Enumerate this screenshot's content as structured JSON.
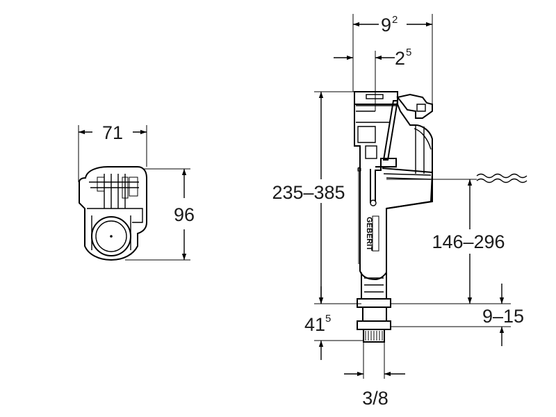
{
  "brand_label": "GEBERIT",
  "icon": "water-level-wave-icon",
  "dimensions": {
    "top_view_width": "71",
    "top_view_height": "96",
    "overall_width": {
      "main": "9",
      "sup": "2"
    },
    "offset": {
      "main": "2",
      "sup": "5"
    },
    "height_range": "235–385",
    "water_level_range": "146–296",
    "thread_length": "9–15",
    "base_height": {
      "main": "41",
      "sup": "5"
    },
    "thread_size": "3/8"
  }
}
